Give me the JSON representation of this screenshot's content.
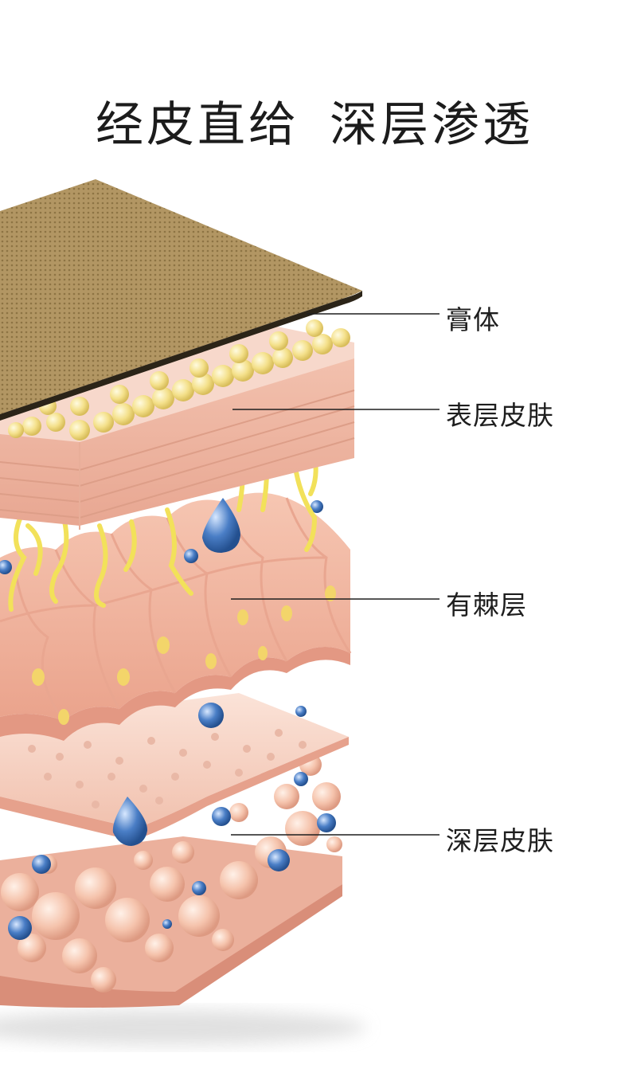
{
  "title": {
    "left": "经皮直给",
    "right": "深层渗透"
  },
  "labels": {
    "patch": "膏体",
    "epidermis": "表层皮肤",
    "spinous": "有棘层",
    "dermis": "深层皮肤"
  },
  "colors": {
    "patch": "#b59a63",
    "skin": "#f0b8a4",
    "skin_dark": "#d98f7a",
    "bead_yellow": "#f2e08e",
    "drop_blue": "#3f72b8",
    "fat": "#f3c4ae"
  }
}
